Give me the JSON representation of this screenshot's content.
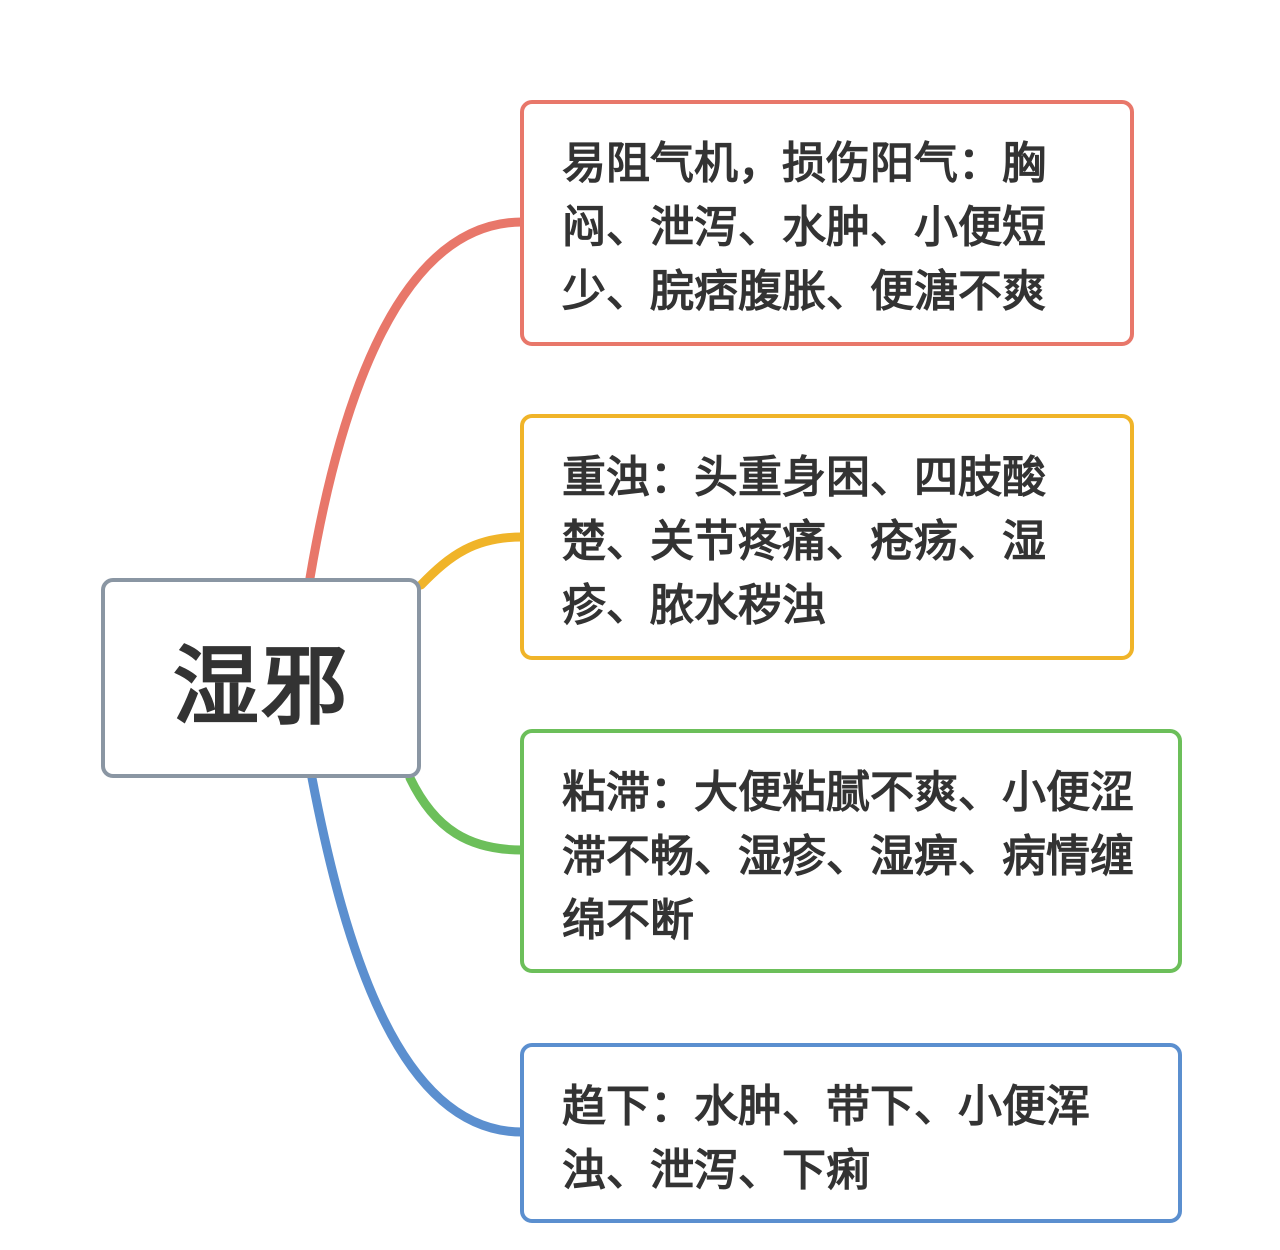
{
  "central": {
    "title": "湿邪",
    "border_color": "#8a96a3"
  },
  "branches": [
    {
      "text": "易阻气机，损伤阳气：胸闷、泄泻、水肿、小便短少、脘痞腹胀、便溏不爽",
      "color": "#e8776a"
    },
    {
      "text": "重浊：头重身困、四肢酸楚、关节疼痛、疮疡、湿疹、脓水秽浊",
      "color": "#f0b429"
    },
    {
      "text": "粘滞：大便粘腻不爽、小便涩滞不畅、湿疹、湿痹、病情缠绵不断",
      "color": "#6cbf5a"
    },
    {
      "text": "趋下：水肿、带下、小便浑浊、泄泻、下痢",
      "color": "#5b8fcf"
    }
  ]
}
